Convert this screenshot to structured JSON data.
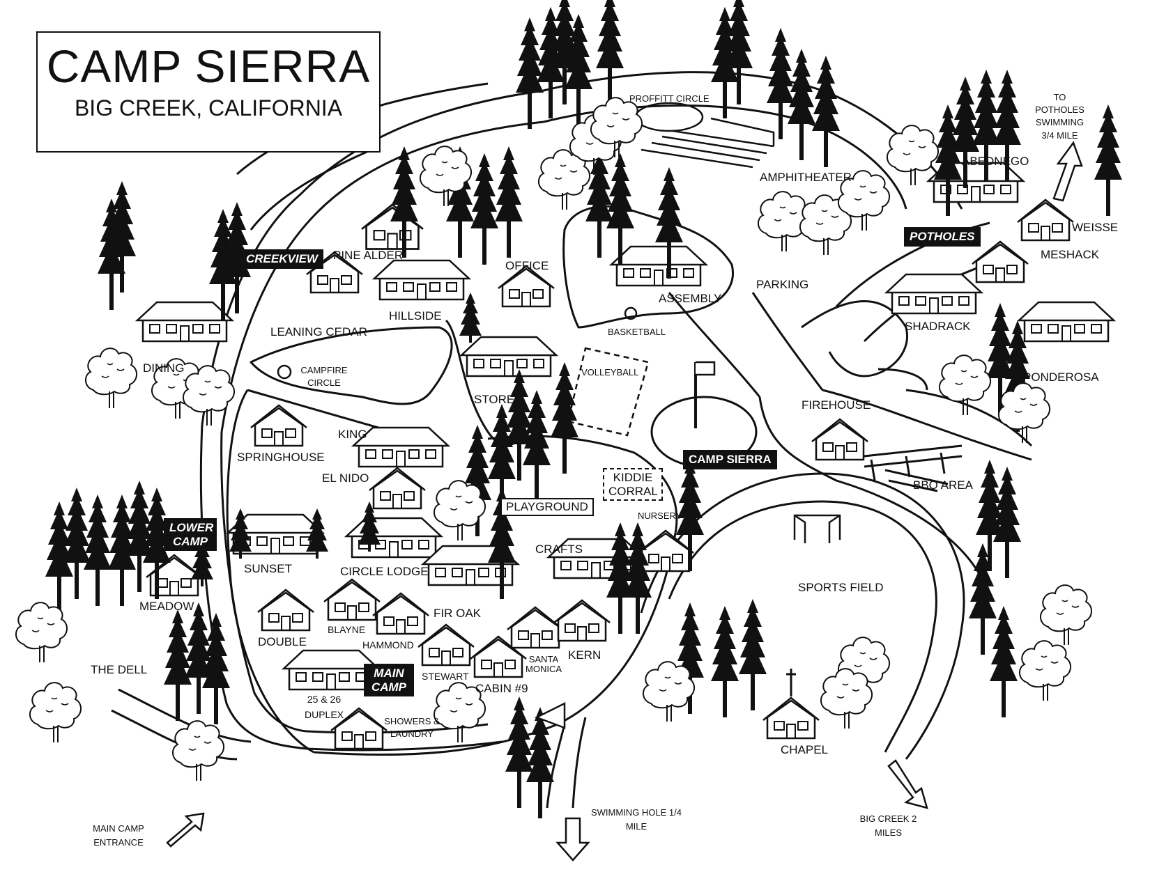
{
  "title": "CAMP SIERRA",
  "subtitle": "BIG CREEK, CALIFORNIA",
  "areas": {
    "creekview": "CREEKVIEW",
    "potholes": "POTHOLES",
    "lower_camp": "LOWER CAMP",
    "main_camp": "MAIN CAMP",
    "camp_sierra": "CAMP SIERRA"
  },
  "buildings": {
    "pine_alder": "PINE ALDER",
    "leaning_cedar": "LEANING CEDAR",
    "hillside": "HILLSIDE",
    "office": "OFFICE",
    "assembly": "ASSEMBLY",
    "dining": "DINING",
    "store": "STORE",
    "springhouse": "SPRINGHOUSE",
    "king": "KING",
    "el_nido": "EL NIDO",
    "sunset": "SUNSET",
    "circle_lodge": "CIRCLE LODGE",
    "meadow": "MEADOW",
    "double": "DOUBLE",
    "blayne": "BLAYNE",
    "hammond": "HAMMOND",
    "fir_oak": "FIR OAK",
    "crafts": "CRAFTS",
    "nursery": "NURSERY",
    "stewart": "STEWART",
    "santa_monica": "SANTA MONICA",
    "kern": "KERN",
    "cabin9": "CABIN #9",
    "duplex": "25 & 26 DUPLEX",
    "showers": "SHOWERS & LAUNDRY",
    "abednego": "ABEDNEGO",
    "weisse": "WEISSE",
    "meshack": "MESHACK",
    "shadrack": "SHADRACK",
    "ponderosa": "PONDEROSA",
    "firehouse": "FIREHOUSE",
    "chapel": "CHAPEL"
  },
  "places": {
    "proffitt_circle": "PROFFITT CIRCLE",
    "amphitheater": "AMPHITHEATER",
    "parking": "PARKING",
    "basketball": "BASKETBALL",
    "campfire_circle": "CAMPFIRE CIRCLE",
    "volleyball": "VOLLEYBALL",
    "playground": "PLAYGROUND",
    "kiddie_corral": "KIDDIE CORRAL",
    "bbq_area": "BBQ AREA",
    "sports_field": "SPORTS FIELD",
    "the_dell": "THE DELL"
  },
  "directions": {
    "to_potholes": "TO POTHOLES SWIMMING 3/4 MILE",
    "main_camp_entrance": "MAIN CAMP ENTRANCE",
    "swimming_hole": "SWIMMING HOLE 1/4 MILE",
    "big_creek": "BIG CREEK 2 MILES"
  }
}
